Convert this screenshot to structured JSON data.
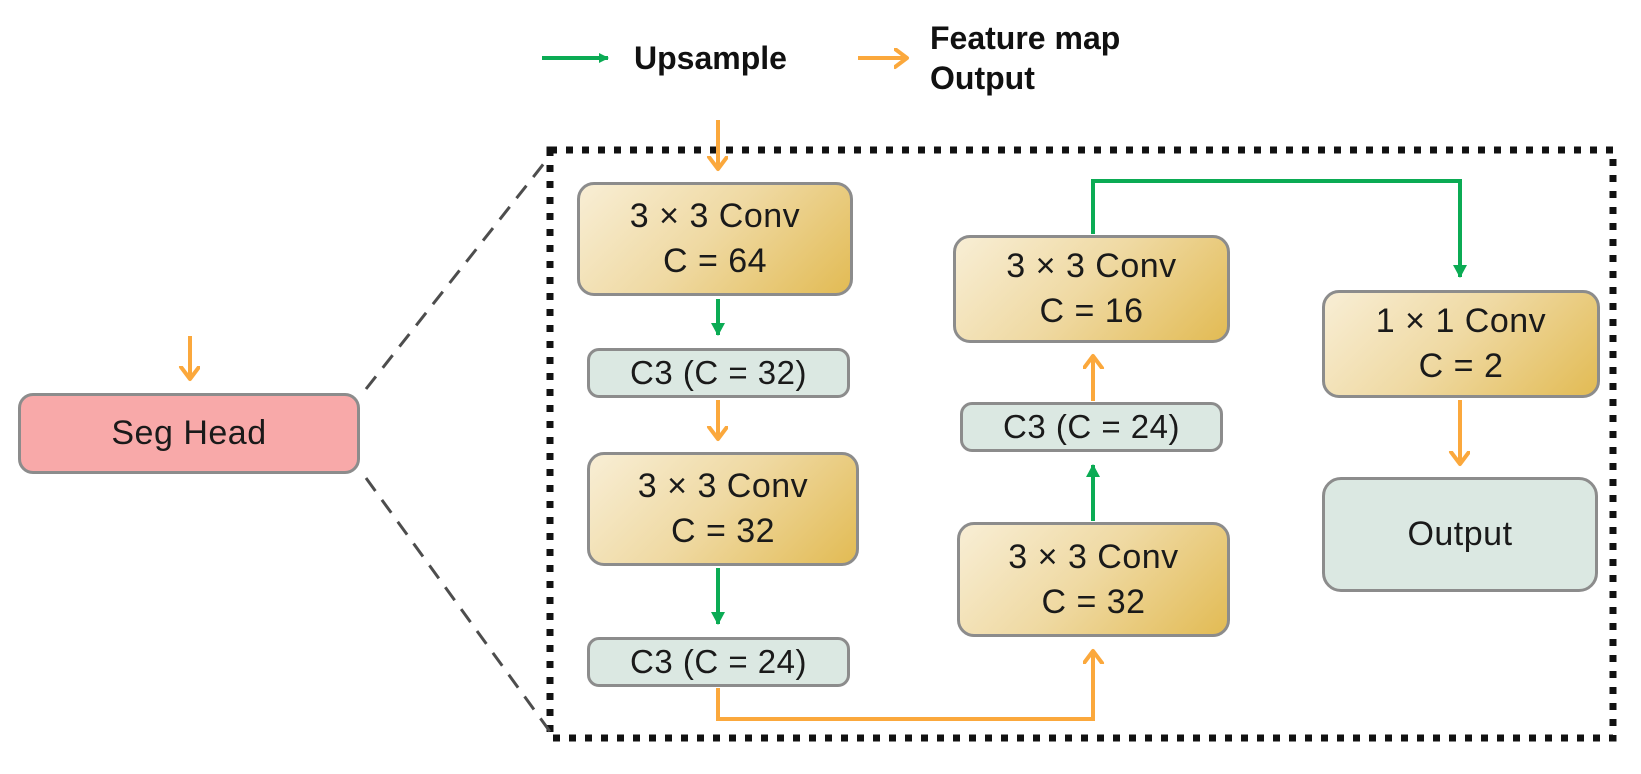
{
  "figure": {
    "legend": {
      "upsample_label": "Upsample",
      "feature_map_label_line1": "Feature map",
      "feature_map_label_line2": "Output"
    },
    "seg_head": {
      "label": "Seg Head"
    },
    "detail_nodes": {
      "conv_a": {
        "line1": "3 × 3 Conv",
        "line2": "C = 64"
      },
      "c3_a": {
        "label": "C3 (C = 32)"
      },
      "conv_b": {
        "line1": "3 × 3 Conv",
        "line2": "C = 32"
      },
      "c3_b": {
        "label": "C3 (C = 24)"
      },
      "conv_c": {
        "line1": "3 × 3 Conv",
        "line2": "C = 32"
      },
      "c3_c": {
        "label": "C3 (C = 24)"
      },
      "conv_d": {
        "line1": "3 × 3 Conv",
        "line2": "C = 16"
      },
      "conv_e": {
        "line1": "1 × 1 Conv",
        "line2": "C = 2"
      },
      "output": {
        "label": "Output"
      }
    },
    "colors": {
      "upsample_arrow_green": "#0bab54",
      "feature_map_arrow_orange": "#fba83c",
      "conv_box_gradient_start": "#f8eed5",
      "conv_box_gradient_end": "#e2bb54",
      "c3_box_fill": "#dbe8e2",
      "seg_head_fill": "#f8a9a9",
      "box_border_gray": "#8c8c8c",
      "dotted_frame_black": "#111111",
      "dashed_connector_gray": "#4d4d4d"
    }
  }
}
